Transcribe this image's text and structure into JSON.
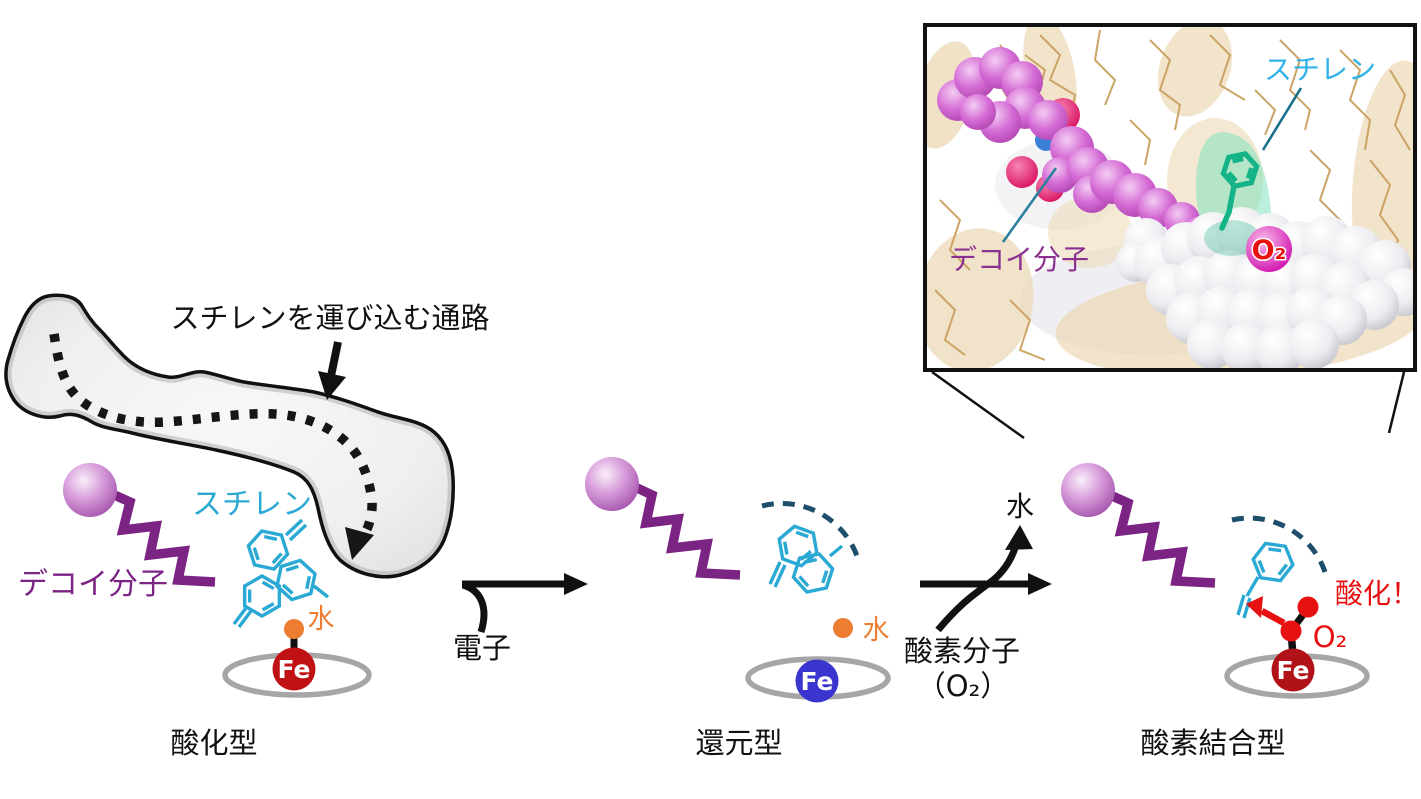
{
  "figure": {
    "channel_label": "スチレンを運び込む通路",
    "decoy_label": "デコイ分子",
    "styrene_label": "スチレン"
  },
  "states": {
    "oxidized": {
      "name": "酸化型",
      "water_label": "水",
      "fe_label": "Fe"
    },
    "reduced": {
      "name": "還元型",
      "water_label": "水",
      "fe_label": "Fe"
    },
    "oxygen_bound": {
      "name": "酸素結合型",
      "fe_label": "Fe",
      "o2_label": "O₂",
      "oxidation_label": "酸化！"
    }
  },
  "transitions": {
    "electron": {
      "label": "電子"
    },
    "oxygen": {
      "water_label": "水",
      "line1": "酸素分子",
      "line2": "（O₂）"
    }
  },
  "inset": {
    "styrene_label": "スチレン",
    "decoy_label": "デコイ分子",
    "o2_label": "O₂"
  },
  "colors": {
    "styrene_cyan": "#29a9d4",
    "inset_styrene_cyan": "#2fb3e8",
    "decoy_purple": "#7b2483",
    "inset_decoy_purple": "#8b3090",
    "water_orange": "#ed7d31",
    "fe_red": "#b51217",
    "fe_blue": "#3a35cf",
    "oxygen_red": "#e81111",
    "arc_navy": "#1d4e6b",
    "channel_gray": "#efefef",
    "heme_ring_gray": "#a6a6a6",
    "protein_tan": "#ecd8b4",
    "decoy_sphere_magenta": "#d56cd5",
    "o2_sphere_magenta": "#d911b4",
    "pocket_green": "#82e2bd"
  }
}
